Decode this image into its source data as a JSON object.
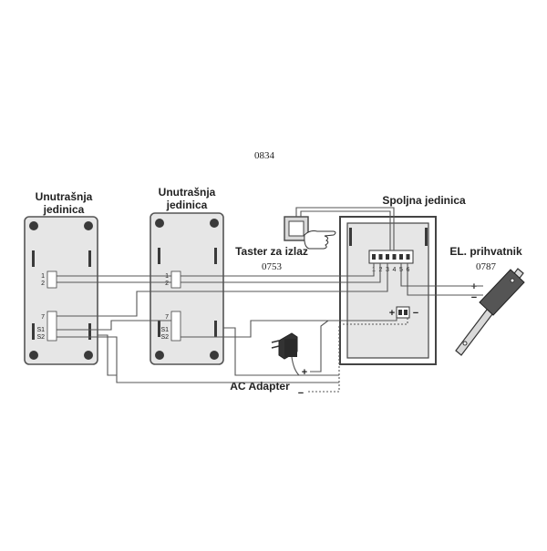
{
  "diagram": {
    "code_top": "0834",
    "indoor_unit_1": {
      "title_line1": "Unutrašnja",
      "title_line2": "jedinica",
      "terminals": [
        "1",
        "2",
        "7",
        "S1",
        "S2"
      ]
    },
    "indoor_unit_2": {
      "title_line1": "Unutrašnja",
      "title_line2": "jedinica",
      "terminals": [
        "1",
        "2",
        "7",
        "S1",
        "S2"
      ]
    },
    "exit_button": {
      "label": "Taster za izlaz",
      "code": "0753"
    },
    "outdoor_unit": {
      "label": "Spoljna jedinica",
      "terminals": [
        "1",
        "2",
        "3",
        "4",
        "5",
        "6"
      ],
      "polarity_plus": "+",
      "polarity_minus": "−"
    },
    "electric_strike": {
      "label": "EL. prihvatnik",
      "code": "0787",
      "plus": "+",
      "minus": "−"
    },
    "adapter": {
      "label": "AC Adapter",
      "plus": "+",
      "minus": "−"
    }
  }
}
